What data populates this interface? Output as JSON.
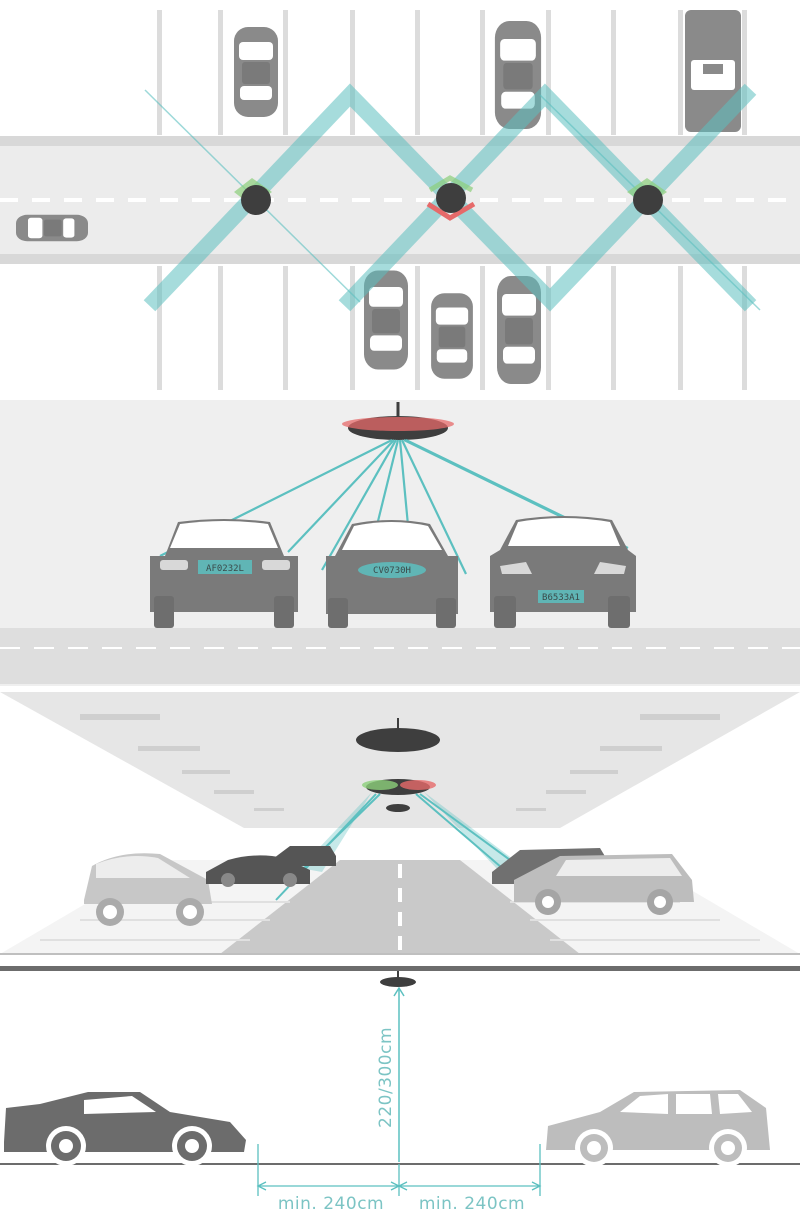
{
  "license_plates": [
    "AF0232L",
    "CV0730H",
    "B6533A1"
  ],
  "dimensions": {
    "height": "220/300cm",
    "left_distance": "min. 240cm",
    "right_distance": "min. 240cm"
  },
  "colors": {
    "beam": "#5cc0c0",
    "sensor_red": "#e66a6a",
    "sensor_green": "#8ccf7a",
    "car_dark": "#6c6c6c",
    "car_mid": "#8a8a8a",
    "car_light": "#b9b9b9",
    "road": "#c9c9c9",
    "panel_bg": "#efefef"
  },
  "icons": [
    "overhead-sensor-icon",
    "car-icon"
  ]
}
